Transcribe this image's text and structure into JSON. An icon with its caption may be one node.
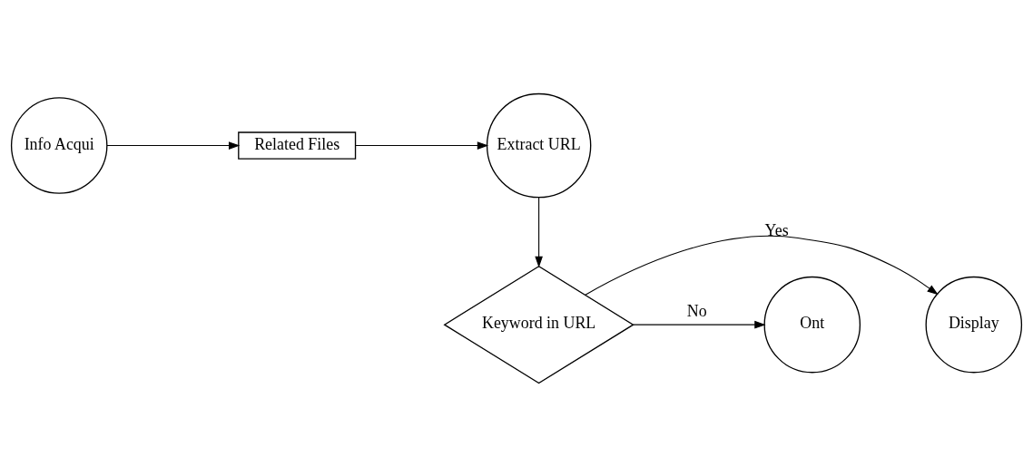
{
  "diagram": {
    "nodes": [
      {
        "text": [
          "Info Acqui"
        ]
      },
      {
        "text": [
          "Related Files"
        ]
      },
      {
        "text": [
          "Extract URL"
        ]
      },
      {
        "text": [
          "Keyword in URL"
        ]
      },
      {
        "text": [
          "Display"
        ]
      },
      {
        "text": [
          "Ont"
        ]
      }
    ],
    "edges": [
      {
        "from": 0,
        "to": 1,
        "arrow": "to"
      },
      {
        "from": 1,
        "to": 2,
        "arrow": "to"
      },
      {
        "from": 2,
        "to": 3,
        "arrow": "to"
      },
      {
        "from": 3,
        "to": 4,
        "arrow": "to",
        "label": "Yes"
      },
      {
        "from": 3,
        "to": 5,
        "arrow": "to",
        "label": "No"
      }
    ]
  }
}
